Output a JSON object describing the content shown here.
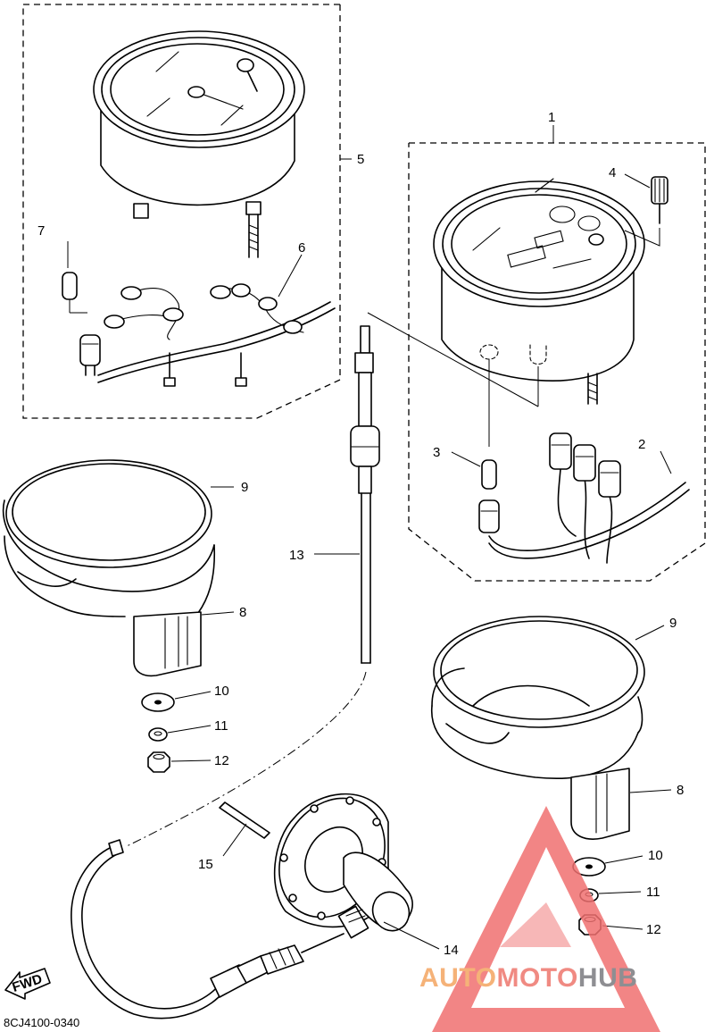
{
  "callouts": {
    "c1": "1",
    "c2": "2",
    "c3": "3",
    "c4": "4",
    "c5": "5",
    "c6": "6",
    "c7": "7",
    "c8a": "8",
    "c8b": "8",
    "c9a": "9",
    "c9b": "9",
    "c10a": "10",
    "c10b": "10",
    "c11a": "11",
    "c11b": "11",
    "c12a": "12",
    "c12b": "12",
    "c13": "13",
    "c14": "14",
    "c15": "15"
  },
  "fwd_label": "FWD",
  "drawing_code": "8CJ4100-0340",
  "watermark": {
    "part1": "AUTO",
    "part2": "MOTO",
    "part3": "HUB",
    "colors": {
      "auto": "#f5b278",
      "moto": "#f08a82",
      "hub": "#8e8e92",
      "triangle": "#f07070"
    }
  }
}
